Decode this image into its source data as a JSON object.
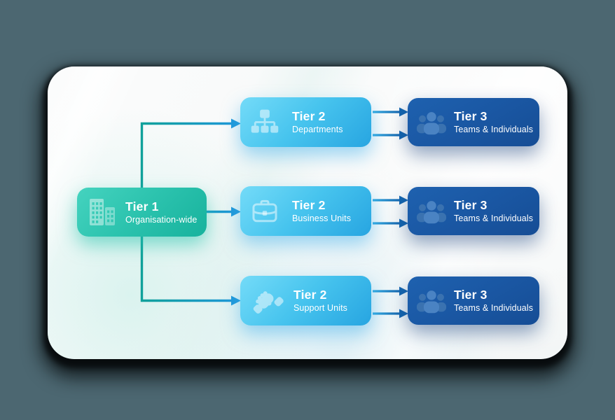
{
  "diagram": {
    "tier1": {
      "title": "Tier 1",
      "subtitle": "Organisation-wide",
      "icon": "buildings-icon"
    },
    "rows": [
      {
        "tier2": {
          "title": "Tier 2",
          "subtitle": "Departments",
          "icon": "sitemap-icon"
        },
        "tier3": {
          "title": "Tier 3",
          "subtitle": "Teams & Individuals",
          "icon": "users-icon"
        }
      },
      {
        "tier2": {
          "title": "Tier 2",
          "subtitle": "Business Units",
          "icon": "briefcase-icon"
        },
        "tier3": {
          "title": "Tier 3",
          "subtitle": "Teams & Individuals",
          "icon": "users-icon"
        }
      },
      {
        "tier2": {
          "title": "Tier 2",
          "subtitle": "Support Units",
          "icon": "handshake-icon"
        },
        "tier3": {
          "title": "Tier 3",
          "subtitle": "Teams & Individuals",
          "icon": "users-icon"
        }
      }
    ],
    "connectors": {
      "tier1_to_tier2_count": 3,
      "tier2_to_tier3_arrows_per_row": 2
    }
  },
  "colors": {
    "backdrop": "#4C6771",
    "card": "#F3F6F6",
    "tier1_a": "#45D3BF",
    "tier1_b": "#17B29D",
    "tier2_a": "#74DBF8",
    "tier2_b": "#27A5E1",
    "tier3_a": "#1E61AF",
    "tier3_b": "#164D95",
    "connector_teal": "#0FA295",
    "connector_blue": "#1E97D9",
    "arrow_dark_blue": "#1566AF"
  }
}
